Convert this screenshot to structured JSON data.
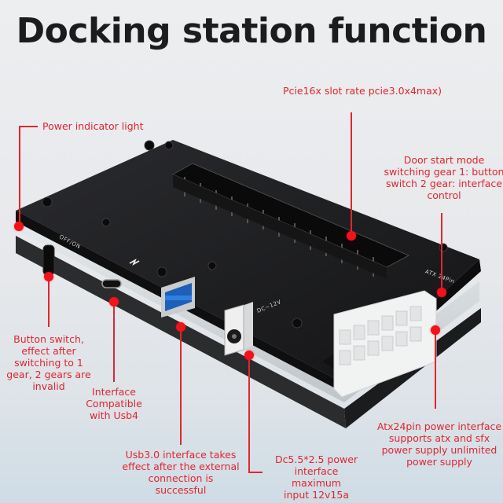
{
  "title": "Docking station function",
  "colors": {
    "accent": "#e0262f",
    "dot": "#f2121c",
    "board": "#1e1f21",
    "background": "#e6e8eb"
  },
  "callouts": {
    "pcie_slot": "Pcie16x slot rate pcie3.0x4max)",
    "power_indicator": "Power indicator light",
    "door_start_mode": [
      "Door start mode",
      "switching gear 1: button",
      "switch 2 gear: interface",
      "control"
    ],
    "button_switch": [
      "Button switch,",
      "effect after",
      "switching to 1",
      "gear, 2 gears are",
      "invalid"
    ],
    "interface_usb4": [
      "Interface",
      "Compatible",
      "with Usb4"
    ],
    "usb30": [
      "Usb3.0 interface takes",
      "effect after the external",
      "connection is successful"
    ],
    "dc_power": [
      "Dc5.5*2.5 power",
      "interface maximum",
      "input 12v15a"
    ],
    "atx24pin": [
      "Atx24pin power interface",
      "supports atx and sfx",
      "power supply unlimited",
      "power supply"
    ]
  },
  "device_markings": {
    "off_on": "OFF/ON",
    "dc_12v": "DC~12V",
    "atx_24pin": "ATX 24Pin",
    "thunderbolt_icon": "thunderbolt-icon"
  }
}
